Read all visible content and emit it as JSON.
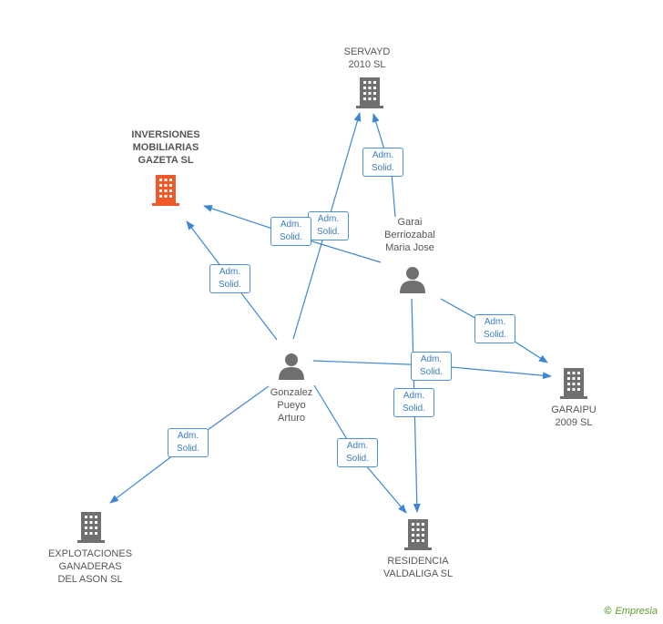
{
  "nodes": {
    "servayd": {
      "line1": "SERVAYD",
      "line2": "2010 SL"
    },
    "inversiones": {
      "line1": "INVERSIONES",
      "line2": "MOBILIARIAS",
      "line3": "GAZETA SL"
    },
    "garai": {
      "line1": "Garai",
      "line2": "Berriozabal",
      "line3": "Maria Jose"
    },
    "gonzalez": {
      "line1": "Gonzalez",
      "line2": "Pueyo",
      "line3": "Arturo"
    },
    "garaipu": {
      "line1": "GARAIPU",
      "line2": "2009 SL"
    },
    "explotaciones": {
      "line1": "EXPLOTACIONES",
      "line2": "GANADERAS",
      "line3": "DEL ASON SL"
    },
    "residencia": {
      "line1": "RESIDENCIA",
      "line2": "VALDALIGA SL"
    }
  },
  "edge_label": {
    "line1": "Adm.",
    "line2": "Solid."
  },
  "footer": {
    "copyright": "©",
    "brand": "Empresia"
  },
  "colors": {
    "edge": "#3d86d4",
    "building": "#707070",
    "highlight": "#f05a2a",
    "person": "#707070"
  }
}
